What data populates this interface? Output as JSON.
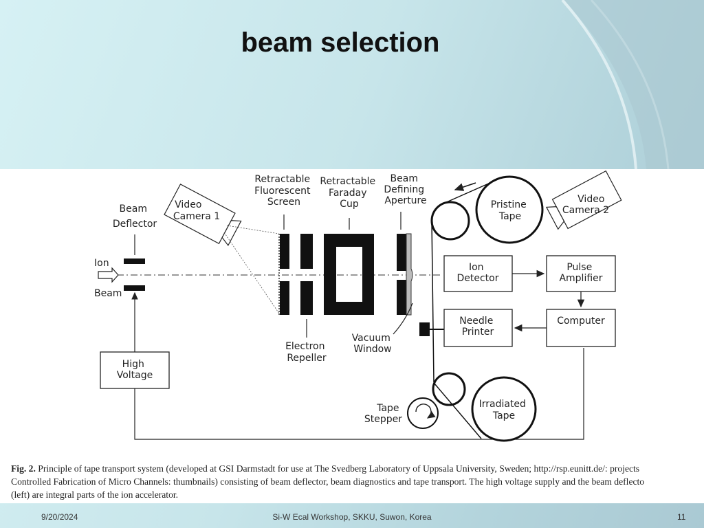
{
  "slide": {
    "title": "beam selection",
    "footer": {
      "date": "9/20/2024",
      "center": "Si-W Ecal Workshop, SKKU, Suwon, Korea",
      "page": "11"
    }
  },
  "figure": {
    "labels": {
      "beam_deflector": [
        "Beam",
        "Deflector"
      ],
      "video_camera_1": [
        "Video",
        "Camera 1"
      ],
      "ion": "Ion",
      "beam": "Beam",
      "high_voltage": [
        "High",
        "Voltage"
      ],
      "retractable_fluorescent_screen": [
        "Retractable",
        "Fluorescent",
        "Screen"
      ],
      "retractable_faraday_cup": [
        "Retractable",
        "Faraday",
        "Cup"
      ],
      "beam_defining_aperture": [
        "Beam",
        "Defining",
        "Aperture"
      ],
      "electron_repeller": [
        "Electron",
        "Repeller"
      ],
      "vacuum_window": [
        "Vacuum",
        "Window"
      ],
      "pristine_tape": [
        "Pristine",
        "Tape"
      ],
      "video_camera_2": [
        "Video",
        "Camera 2"
      ],
      "ion_detector": [
        "Ion",
        "Detector"
      ],
      "pulse_amplifier": [
        "Pulse",
        "Amplifier"
      ],
      "needle_printer": [
        "Needle",
        "Printer"
      ],
      "computer": "Computer",
      "tape_stepper": [
        "Tape",
        "Stepper"
      ],
      "irradiated_tape": [
        "Irradiated",
        "Tape"
      ]
    },
    "caption": {
      "fig_label": "Fig. 2.",
      "line1": " Principle of tape transport system (developed at GSI Darmstadt for use at The Svedberg Laboratory of Uppsala University, Sweden; http://rsp.eunitt.de/: projects",
      "line2": "Controlled Fabrication of Micro Channels: thumbnails) consisting of beam deflector, beam diagnostics and tape transport. The high voltage supply and the beam deflecto",
      "line3": "(left) are integral parts of the ion accelerator."
    }
  }
}
